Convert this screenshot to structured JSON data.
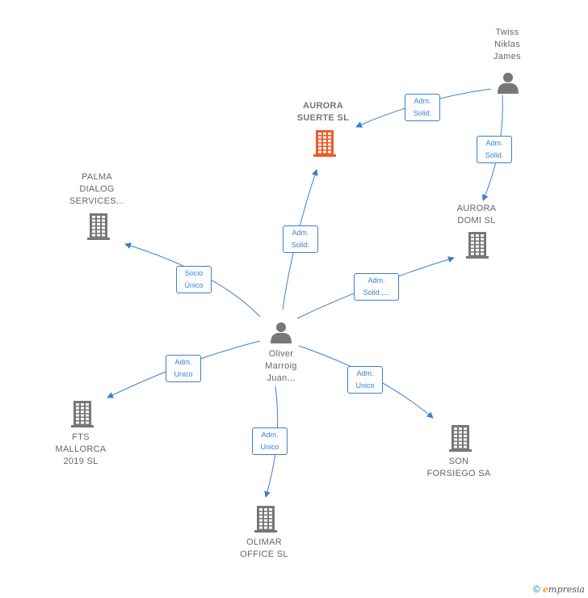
{
  "nodes": {
    "twiss": {
      "label": "Twiss\nNiklas\nJames",
      "type": "person"
    },
    "aurora_suerte": {
      "label": "AURORA\nSUERTE  SL",
      "type": "company",
      "highlight": true
    },
    "palma": {
      "label": "PALMA\nDIALOG\nSERVICES...",
      "type": "company"
    },
    "aurora_domi": {
      "label": "AURORA\nDOMI  SL",
      "type": "company"
    },
    "oliver": {
      "label": "Oliver\nMarroig\nJuan...",
      "type": "person"
    },
    "fts": {
      "label": "FTS\nMALLORCA\n2019  SL",
      "type": "company"
    },
    "son": {
      "label": "SON\nFORSIEGO SA",
      "type": "company"
    },
    "olimar": {
      "label": "OLIMAR\nOFFICE  SL",
      "type": "company"
    }
  },
  "edges": [
    {
      "from": "twiss",
      "to": "aurora_suerte",
      "label": "Adm.\nSolid."
    },
    {
      "from": "twiss",
      "to": "aurora_domi",
      "label": "Adm.\nSolid."
    },
    {
      "from": "oliver",
      "to": "aurora_suerte",
      "label": "Adm.\nSolid."
    },
    {
      "from": "oliver",
      "to": "palma",
      "label": "Socio\nÚnico"
    },
    {
      "from": "oliver",
      "to": "aurora_domi",
      "label": "Adm.\nSolid.,..."
    },
    {
      "from": "oliver",
      "to": "fts",
      "label": "Adm.\nUnico"
    },
    {
      "from": "oliver",
      "to": "son",
      "label": "Adm.\nUnico"
    },
    {
      "from": "oliver",
      "to": "olimar",
      "label": "Adm.\nUnico"
    }
  ],
  "colors": {
    "edge": "#3a7fd5",
    "icon": "#777777",
    "highlight": "#f05a28"
  },
  "footer": {
    "copyright": "©",
    "brand_e": "e",
    "brand_rest": "mpresia"
  }
}
